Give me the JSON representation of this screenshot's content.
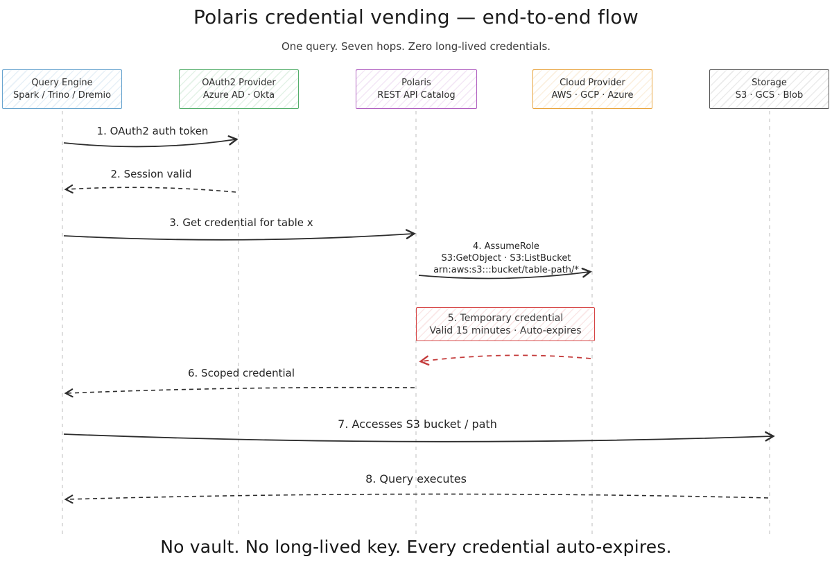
{
  "title": "Polaris credential vending — end-to-end flow",
  "subtitle": "One query. Seven hops. Zero long-lived credentials.",
  "footer": "No vault. No long-lived key. Every credential auto-expires.",
  "colors": {
    "query_engine_accent": "#68a4cf",
    "oauth_provider_accent": "#54ae6b",
    "polaris_accent": "#b05fc0",
    "cloud_provider_accent": "#e8a33c",
    "storage_accent": "#555555",
    "temporary_credential_accent": "#d64545",
    "arrow": "#2d2d2d",
    "red_arrow": "#c43b3b",
    "lifeline": "#c9c9c9"
  },
  "actors": [
    {
      "name": "Query Engine",
      "sub": "Spark / Trino / Dremio"
    },
    {
      "name": "OAuth2 Provider",
      "sub": "Azure AD · Okta"
    },
    {
      "name": "Polaris",
      "sub": "REST API Catalog"
    },
    {
      "name": "Cloud Provider",
      "sub": "AWS · GCP · Azure"
    },
    {
      "name": "Storage",
      "sub": "S3 · GCS · Blob"
    }
  ],
  "messages": [
    {
      "label": "1. OAuth2 auth token",
      "style": "solid",
      "from": "Query Engine",
      "to": "OAuth2 Provider"
    },
    {
      "label": "2. Session valid",
      "style": "dashed",
      "from": "OAuth2 Provider",
      "to": "Query Engine"
    },
    {
      "label": "3. Get credential for table x",
      "style": "solid",
      "from": "Query Engine",
      "to": "Polaris"
    },
    {
      "label": "4. AssumeRole",
      "detail1": "S3:GetObject · S3:ListBucket",
      "detail2": "arn:aws:s3:::bucket/table-path/*",
      "style": "solid",
      "from": "Polaris",
      "to": "Cloud Provider"
    },
    {
      "line1": "5. Temporary credential",
      "line2": "Valid 15 minutes · Auto-expires",
      "style": "red-dashed",
      "from": "Cloud Provider",
      "to": "Polaris"
    },
    {
      "label": "6. Scoped credential",
      "style": "dashed",
      "from": "Polaris",
      "to": "Query Engine"
    },
    {
      "label": "7. Accesses S3 bucket / path",
      "style": "solid",
      "from": "Query Engine",
      "to": "Storage"
    },
    {
      "label": "8. Query executes",
      "style": "dashed",
      "from": "Storage",
      "to": "Query Engine"
    }
  ]
}
